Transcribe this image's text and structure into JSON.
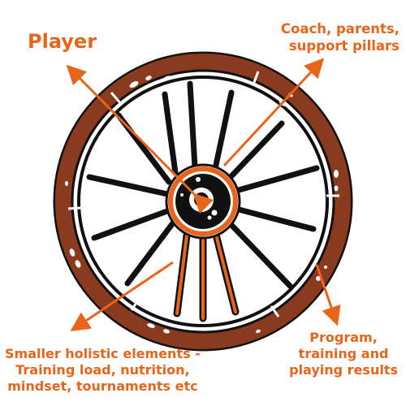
{
  "labels": {
    "player": "Player",
    "coach": [
      "Coach, parents,",
      "support pillars"
    ],
    "program": [
      "Program,",
      "training and",
      "playing results"
    ],
    "smaller": [
      "Smaller holistic elements -",
      "Training load, nutrition,",
      "mindset, tournaments etc"
    ]
  },
  "colors": {
    "accent": "#e8641b",
    "rim": "#8a3a1e",
    "outline": "#111111",
    "spoke_orange": "#e8641b"
  },
  "icons": {
    "wheel": "wagon-wheel-icon",
    "arrows": "arrow-icon"
  }
}
